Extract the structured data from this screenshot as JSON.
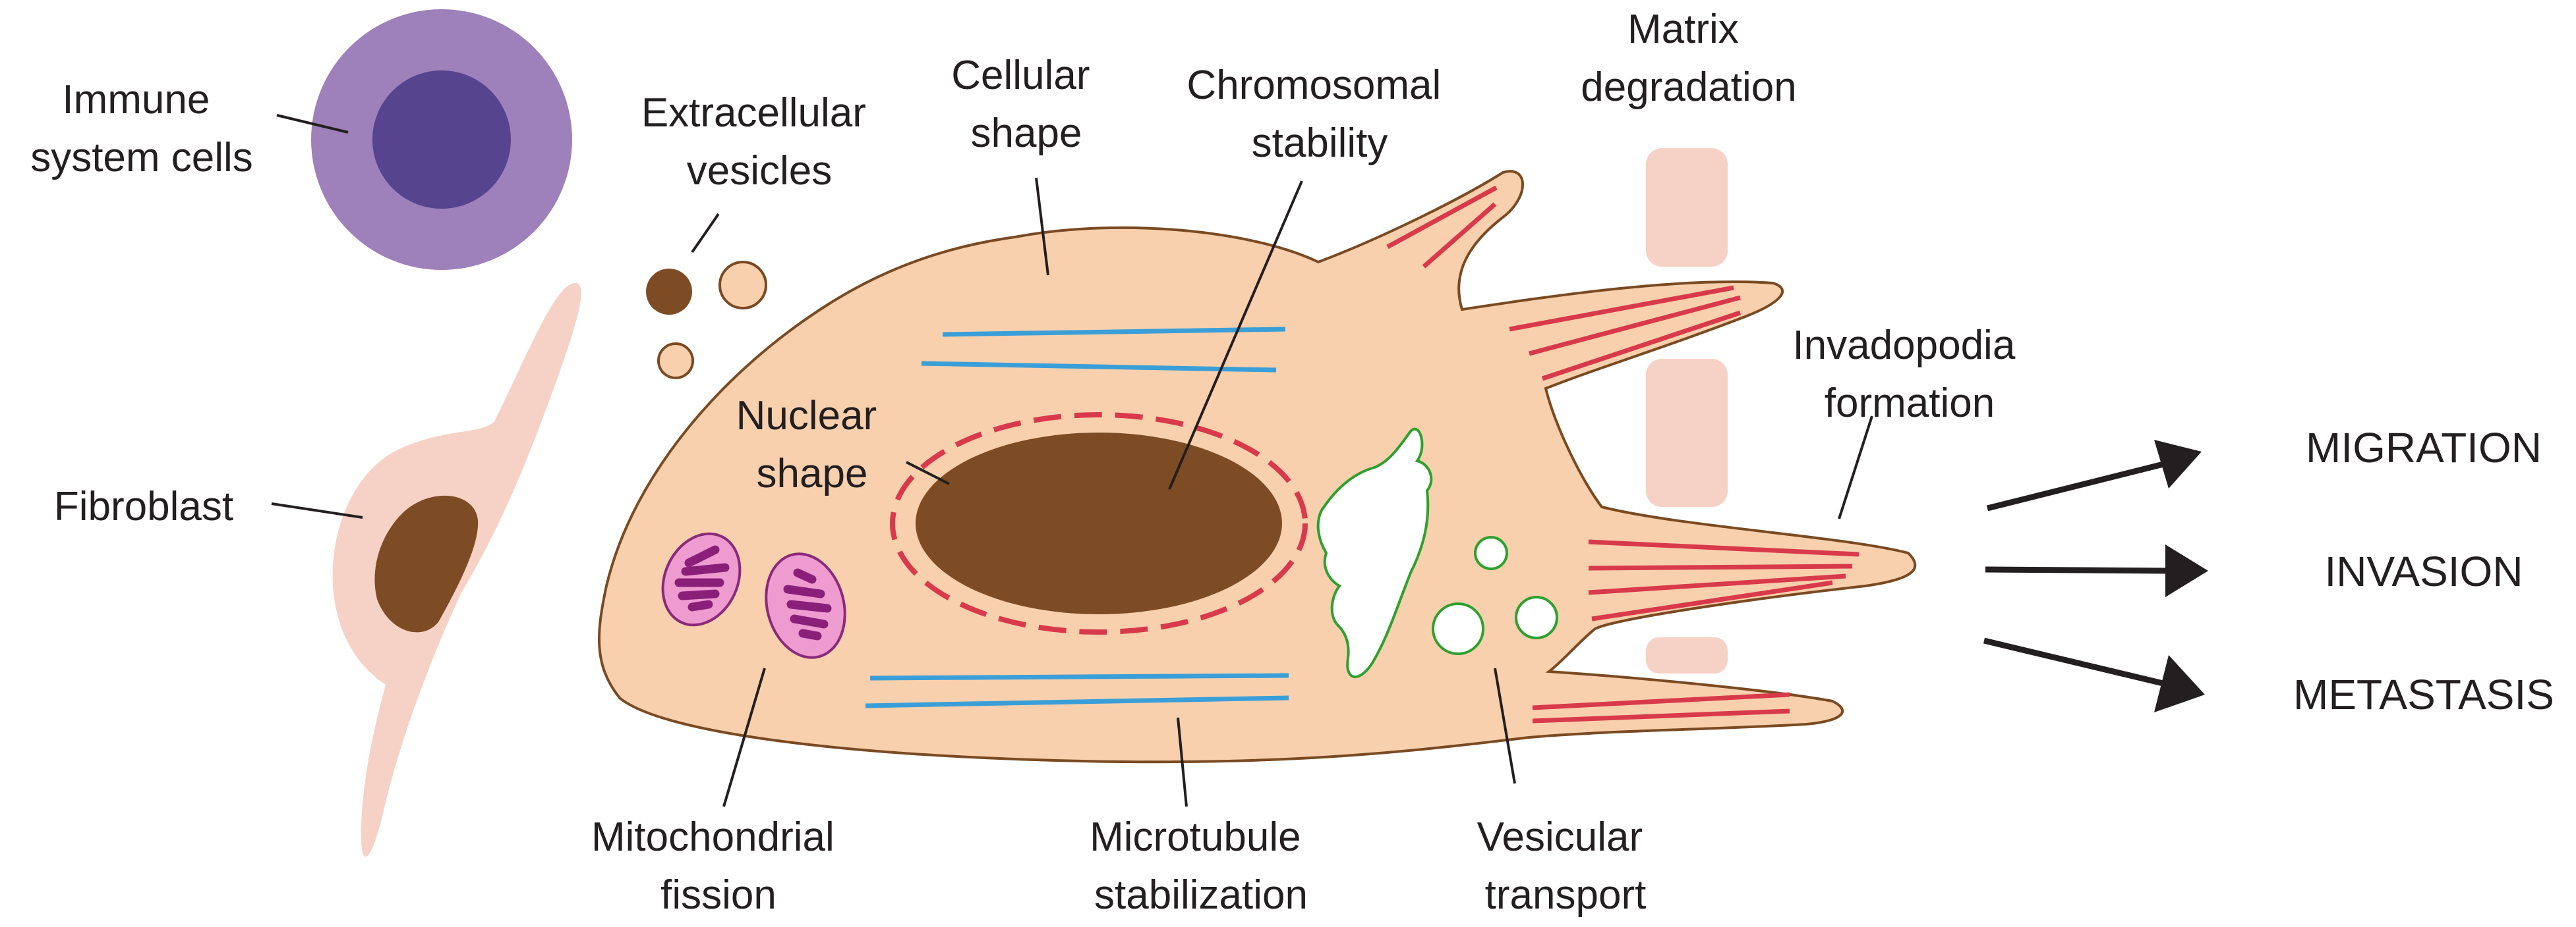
{
  "colors": {
    "cell_fill": "#f8d0ad",
    "cell_stroke": "#7a4a23",
    "nucleus": "#7d4c25",
    "nuclear_envelope": "#d83a4b",
    "microtubule": "#3a9fd8",
    "actin": "#d83a4b",
    "golgi_stroke": "#2ea02e",
    "vesicle_stroke": "#2ea02e",
    "mito_fill": "#ee9bd0",
    "mito_stroke": "#8a2a7a",
    "cristae": "#8a1f7a",
    "immune_outer": "#9e80ba",
    "immune_inner": "#56448f",
    "fibroblast": "#f6d2c6",
    "matrix": "#f6d2c6",
    "ev_dark": "#7d4c25",
    "ev_light": "#f8d0ad"
  },
  "labels": {
    "immune_cells": [
      "Immune",
      "system cells"
    ],
    "extracellular_vesicles": [
      "Extracellular",
      "vesicles"
    ],
    "cellular_shape": [
      "Cellular",
      "shape"
    ],
    "chromosomal_stability": [
      "Chromosomal",
      "stability"
    ],
    "matrix_degradation": [
      "Matrix",
      "degradation"
    ],
    "invadopodia_formation": [
      "Invadopodia",
      "formation"
    ],
    "fibroblast": "Fibroblast",
    "nuclear_shape": [
      "Nuclear",
      "shape"
    ],
    "mitochondrial_fission": [
      "Mitochondrial",
      "fission"
    ],
    "microtubule_stabilization": [
      "Microtubule",
      "stabilization"
    ],
    "vesicular_transport": [
      "Vesicular",
      "transport"
    ]
  },
  "outcomes": [
    "MIGRATION",
    "INVASION",
    "METASTASIS"
  ]
}
